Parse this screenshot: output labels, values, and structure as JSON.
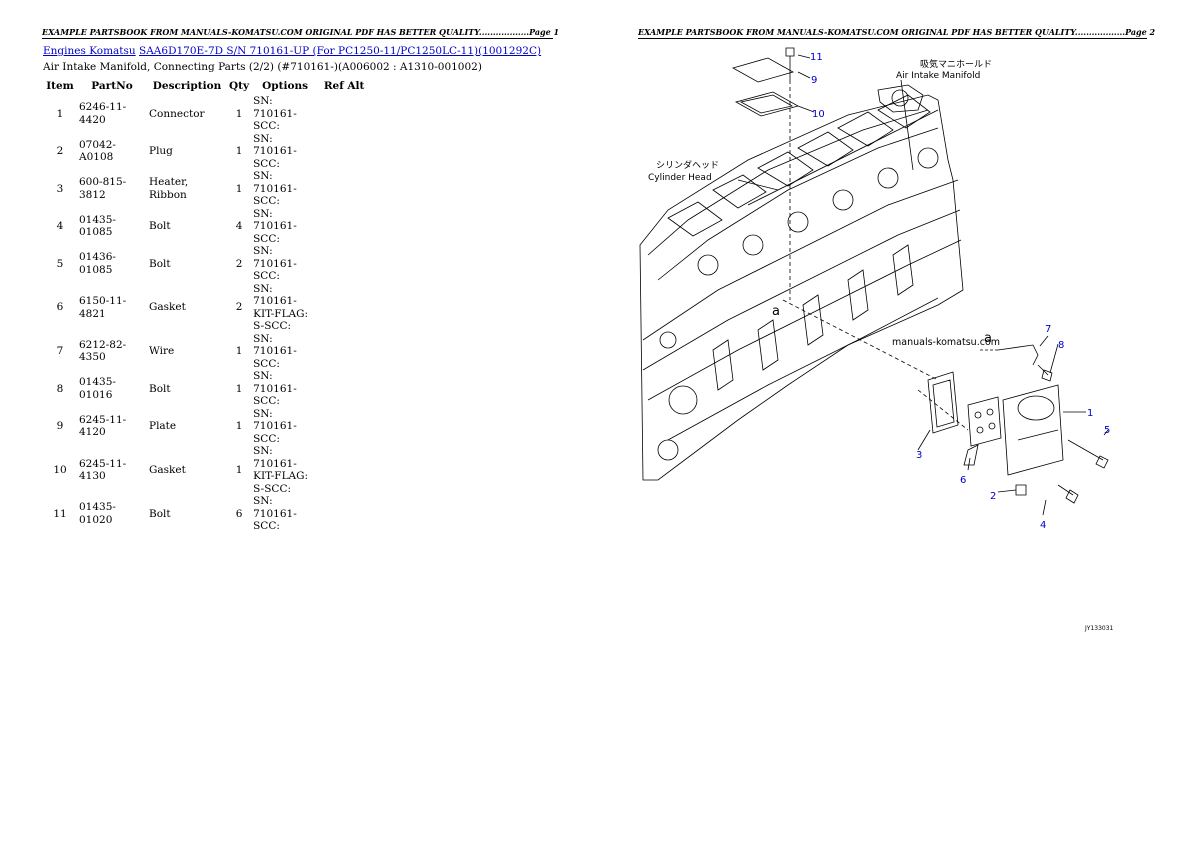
{
  "header": {
    "page1": "EXAMPLE PARTSBOOK FROM MANUALS-KOMATSU.COM ORIGINAL PDF HAS BETTER QUALITY..................Page 1",
    "page2": "EXAMPLE PARTSBOOK FROM MANUALS-KOMATSU.COM ORIGINAL PDF HAS BETTER QUALITY..................Page 2"
  },
  "breadcrumb": {
    "link1": "Engines Komatsu",
    "link2": "SAA6D170E-7D S/N 710161-UP (For PC1250-11/PC1250LC-11)(1001292C)"
  },
  "subtitle": "Air Intake Manifold, Connecting Parts (2/2) (#710161-)(A006002 : A1310-001002)",
  "table": {
    "headers": [
      "Item",
      "PartNo",
      "Description",
      "Qty",
      "Options",
      "Ref Alt"
    ],
    "rows": [
      {
        "item": "1",
        "partno": "6246-11-4420",
        "desc": "Connector",
        "qty": "1",
        "options": "SN: 710161-SCC:"
      },
      {
        "item": "2",
        "partno": "07042-A0108",
        "desc": "Plug",
        "qty": "1",
        "options": "SN: 710161-SCC:"
      },
      {
        "item": "3",
        "partno": "600-815-3812",
        "desc": "Heater, Ribbon",
        "qty": "1",
        "options": "SN: 710161-SCC:"
      },
      {
        "item": "4",
        "partno": "01435-01085",
        "desc": "Bolt",
        "qty": "4",
        "options": "SN: 710161-SCC:"
      },
      {
        "item": "5",
        "partno": "01436-01085",
        "desc": "Bolt",
        "qty": "2",
        "options": "SN: 710161-SCC:"
      },
      {
        "item": "6",
        "partno": "6150-11-4821",
        "desc": "Gasket",
        "qty": "2",
        "options": "SN: 710161-KIT-FLAG: S-SCC:"
      },
      {
        "item": "7",
        "partno": "6212-82-4350",
        "desc": "Wire",
        "qty": "1",
        "options": "SN: 710161-SCC:"
      },
      {
        "item": "8",
        "partno": "01435-01016",
        "desc": "Bolt",
        "qty": "1",
        "options": "SN: 710161-SCC:"
      },
      {
        "item": "9",
        "partno": "6245-11-4120",
        "desc": "Plate",
        "qty": "1",
        "options": "SN: 710161-SCC:"
      },
      {
        "item": "10",
        "partno": "6245-11-4130",
        "desc": "Gasket",
        "qty": "1",
        "options": "SN: 710161-KIT-FLAG: S-SCC:"
      },
      {
        "item": "11",
        "partno": "01435-01020",
        "desc": "Bolt",
        "qty": "6",
        "options": "SN: 710161-SCC:"
      }
    ]
  },
  "diagram": {
    "label_jp_manifold": "吸気マニホールド",
    "label_manifold": "Air Intake Manifold",
    "label_jp_head": "シリンダヘッド",
    "label_head": "Cylinder Head",
    "watermark": "manuals-komatsu.com",
    "marker_a": "a",
    "fig_code": "JY133031",
    "callouts": [
      "1",
      "2",
      "3",
      "4",
      "5",
      "6",
      "7",
      "8",
      "9",
      "10",
      "11"
    ]
  }
}
